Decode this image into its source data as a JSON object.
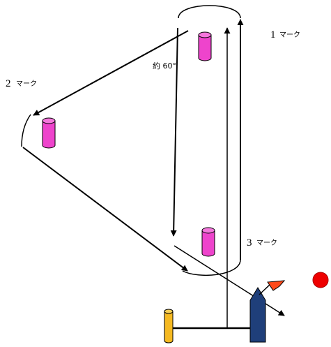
{
  "labels": {
    "mark1_num": "1",
    "mark1_kana": "マーク",
    "mark2_num": "2",
    "mark2_kana": "マーク",
    "mark3_num": "3",
    "mark3_kana": "マーク",
    "angle": "約 60°"
  },
  "colors": {
    "buoy_fill": "#ee44cc",
    "buoy_top": "#f577dc",
    "line": "#000000",
    "committee_boat": "#1f3f7a",
    "pin_buoy": "#f5b921",
    "flag": "#ff4a1a",
    "red_ball": "#ee0000"
  }
}
